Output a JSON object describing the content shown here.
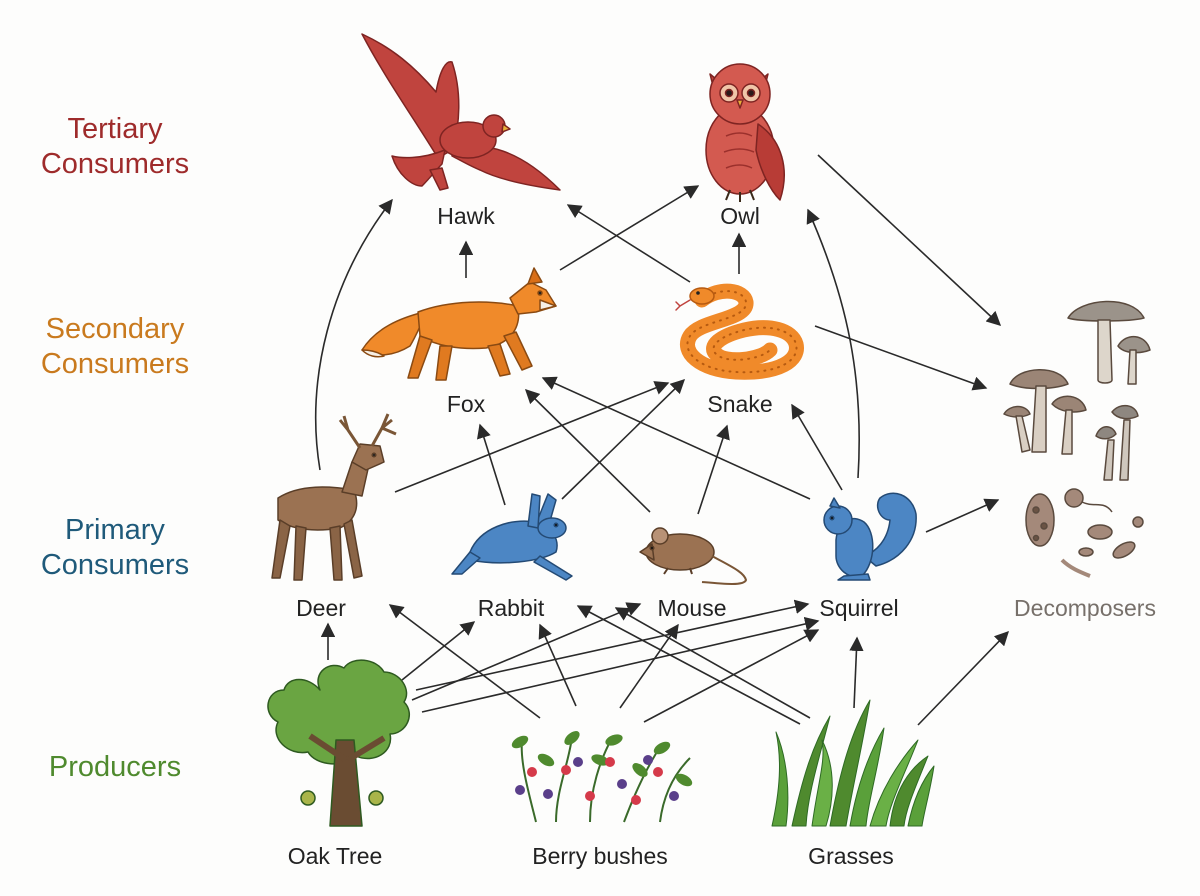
{
  "levels": {
    "tertiary": "Tertiary\nConsumers",
    "secondary": "Secondary\nConsumers",
    "primary": "Primary\nConsumers",
    "producers": "Producers"
  },
  "organisms": {
    "hawk": "Hawk",
    "owl": "Owl",
    "fox": "Fox",
    "snake": "Snake",
    "deer": "Deer",
    "rabbit": "Rabbit",
    "mouse": "Mouse",
    "squirrel": "Squirrel",
    "decomposers": "Decomposers",
    "oak_tree": "Oak Tree",
    "berry_bushes": "Berry bushes",
    "grasses": "Grasses"
  },
  "colors": {
    "tertiary": "#9e2b2b",
    "secondary": "#c97a1e",
    "primary": "#1f5a7a",
    "producers": "#4f8a2e",
    "decomposers": "#77706a",
    "arrow": "#2a2a2a"
  },
  "icons": {
    "hawk": "hawk-icon",
    "owl": "owl-icon",
    "fox": "fox-icon",
    "snake": "snake-icon",
    "deer": "deer-icon",
    "rabbit": "rabbit-icon",
    "mouse": "mouse-icon",
    "squirrel": "squirrel-icon",
    "mushrooms": "mushroom-icon",
    "microbes": "microbe-icon",
    "oak_tree": "oak-tree-icon",
    "berry_bushes": "berry-bush-icon",
    "grasses": "grass-icon"
  },
  "edges": [
    [
      "deer",
      "hawk"
    ],
    [
      "fox",
      "hawk"
    ],
    [
      "snake",
      "hawk"
    ],
    [
      "fox",
      "owl"
    ],
    [
      "snake",
      "owl"
    ],
    [
      "squirrel",
      "owl"
    ],
    [
      "owl",
      "decomposers"
    ],
    [
      "snake",
      "decomposers"
    ],
    [
      "squirrel",
      "decomposers"
    ],
    [
      "grasses",
      "decomposers"
    ],
    [
      "deer",
      "snake"
    ],
    [
      "rabbit",
      "fox"
    ],
    [
      "rabbit",
      "snake"
    ],
    [
      "mouse",
      "fox"
    ],
    [
      "mouse",
      "snake"
    ],
    [
      "squirrel",
      "fox"
    ],
    [
      "squirrel",
      "snake"
    ],
    [
      "oak_tree",
      "deer"
    ],
    [
      "oak_tree",
      "rabbit"
    ],
    [
      "oak_tree",
      "mouse"
    ],
    [
      "oak_tree",
      "squirrel"
    ],
    [
      "berry_bushes",
      "deer"
    ],
    [
      "berry_bushes",
      "rabbit"
    ],
    [
      "berry_bushes",
      "mouse"
    ],
    [
      "grasses",
      "rabbit"
    ],
    [
      "grasses",
      "squirrel"
    ]
  ]
}
